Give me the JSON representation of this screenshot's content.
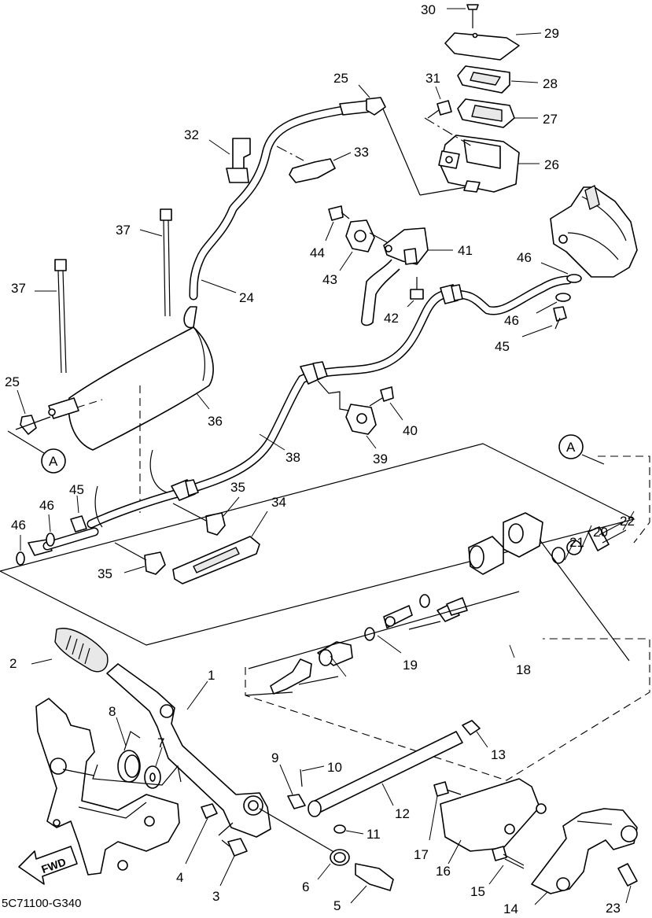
{
  "diagram": {
    "code": "5C71100-G340",
    "fwd_label": "FWD",
    "ref_marker": "A",
    "callouts": {
      "c1": "1",
      "c2": "2",
      "c3": "3",
      "c4": "4",
      "c5": "5",
      "c6": "6",
      "c7": "7",
      "c8": "8",
      "c9": "9",
      "c10": "10",
      "c11": "11",
      "c12": "12",
      "c13": "13",
      "c14": "14",
      "c15": "15",
      "c16": "16",
      "c17": "17",
      "c18": "18",
      "c19": "19",
      "c20": "20",
      "c21": "21",
      "c22": "22",
      "c23": "23",
      "c24": "24",
      "c25a": "25",
      "c25b": "25",
      "c26": "26",
      "c27": "27",
      "c28": "28",
      "c29": "29",
      "c30": "30",
      "c31": "31",
      "c32": "32",
      "c33": "33",
      "c34": "34",
      "c35a": "35",
      "c35b": "35",
      "c36": "36",
      "c37a": "37",
      "c37b": "37",
      "c38": "38",
      "c39": "39",
      "c40": "40",
      "c41": "41",
      "c42": "42",
      "c43": "43",
      "c44": "44",
      "c45a": "45",
      "c45b": "45",
      "c46a": "46",
      "c46b": "46",
      "c46c": "46",
      "c46d": "46"
    }
  }
}
